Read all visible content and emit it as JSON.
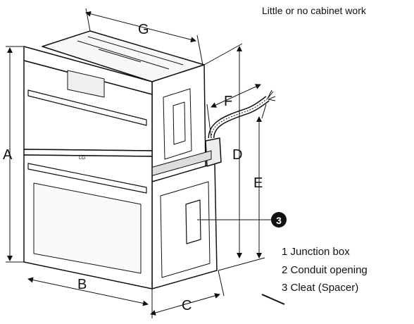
{
  "caption": "Little or no cabinet work",
  "dimension_labels": {
    "A": "A",
    "B": "B",
    "C": "C",
    "D": "D",
    "E": "E",
    "F": "F",
    "G": "G"
  },
  "callout": "3",
  "legend": [
    {
      "text": "1  Junction box"
    },
    {
      "text": "2  Conduit opening"
    },
    {
      "text": "3  Cleat (Spacer)"
    }
  ],
  "brand_mark": "LG",
  "colors": {
    "line": "#111111",
    "fill": "#ffffff",
    "callout": "#111111"
  }
}
